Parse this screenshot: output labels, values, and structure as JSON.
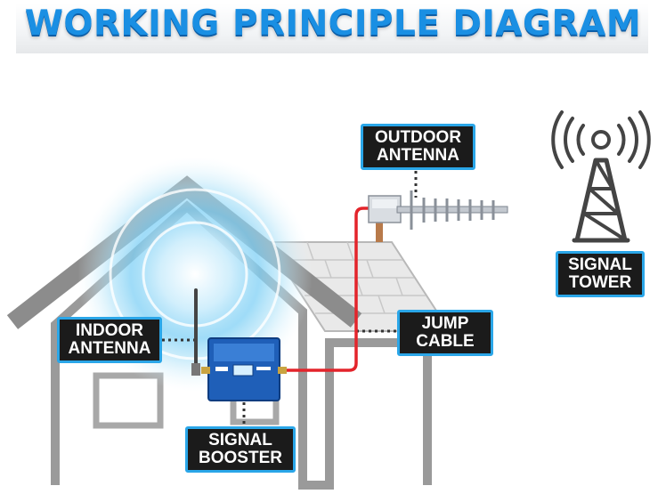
{
  "title": "WORKING PRINCIPLE DIAGRAM",
  "labels": {
    "outdoor_antenna": [
      "OUTDOOR",
      "ANTENNA"
    ],
    "signal_tower": [
      "SIGNAL",
      "TOWER"
    ],
    "indoor_antenna": [
      "INDOOR",
      "ANTENNA"
    ],
    "jump_cable": [
      "JUMP",
      "CABLE"
    ],
    "signal_booster": [
      "SIGNAL",
      "BOOSTER"
    ]
  },
  "colors": {
    "title": "#1a8fe3",
    "label_background": "#1b1b1b",
    "label_border": "#2aa6e8",
    "cable": "#e3242b",
    "booster": "#1f5fb8",
    "house_outline": "#9a9a9a"
  },
  "icons": [
    "signal-tower-icon",
    "outdoor-yagi-antenna-icon",
    "indoor-whip-antenna-icon",
    "signal-booster-device-icon"
  ]
}
